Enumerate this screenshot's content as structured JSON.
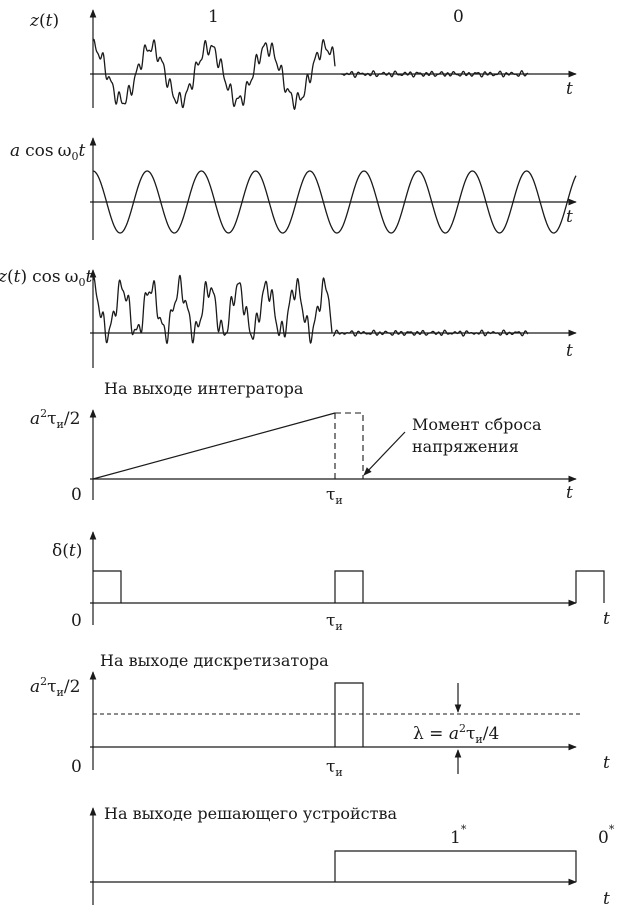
{
  "panels": {
    "z": {
      "ylabel_fn": "z",
      "ylabel_arg": "t",
      "bit1": "1",
      "bit0": "0",
      "t": "t"
    },
    "carrier": {
      "ylabel_a": "a",
      "ylabel_cos": "cos",
      "ylabel_omega": "ω",
      "ylabel_sub": "0",
      "ylabel_t": "t",
      "t": "t"
    },
    "product": {
      "ylabel_fn": "z",
      "ylabel_arg": "t",
      "ylabel_cos": "cos",
      "ylabel_omega": "ω",
      "ylabel_sub": "0",
      "ylabel_t": "t",
      "t": "t"
    },
    "integrator": {
      "title": "На выходе интегратора",
      "ylabel_a": "a",
      "ylabel_sup": "2",
      "ylabel_tau": "τ",
      "ylabel_sub": "и",
      "ylabel_div": "/2",
      "origin": "0",
      "tau": "τ",
      "tau_sub": "и",
      "note_line1": "Момент сброса",
      "note_line2": "напряжения",
      "t": "t"
    },
    "delta": {
      "ylabel": "δ(",
      "ylabel_t": "t",
      "ylabel_close": ")",
      "origin": "0",
      "tau": "τ",
      "tau_sub": "и",
      "t": "t"
    },
    "sampler": {
      "title": "На выходе дискретизатора",
      "ylabel_a": "a",
      "ylabel_sup": "2",
      "ylabel_tau": "τ",
      "ylabel_sub": "и",
      "ylabel_div": "/2",
      "origin": "0",
      "tau": "τ",
      "tau_sub": "и",
      "lambda_lhs": "λ = ",
      "lambda_a": "a",
      "lambda_sup": "2",
      "lambda_tau": "τ",
      "lambda_sub": "и",
      "lambda_div": "/4",
      "t": "t"
    },
    "decision": {
      "title": "На выходе решающего устройства",
      "out1": "1",
      "out1_sup": "*",
      "out0": "0",
      "out0_sup": "*",
      "t": "t"
    }
  }
}
